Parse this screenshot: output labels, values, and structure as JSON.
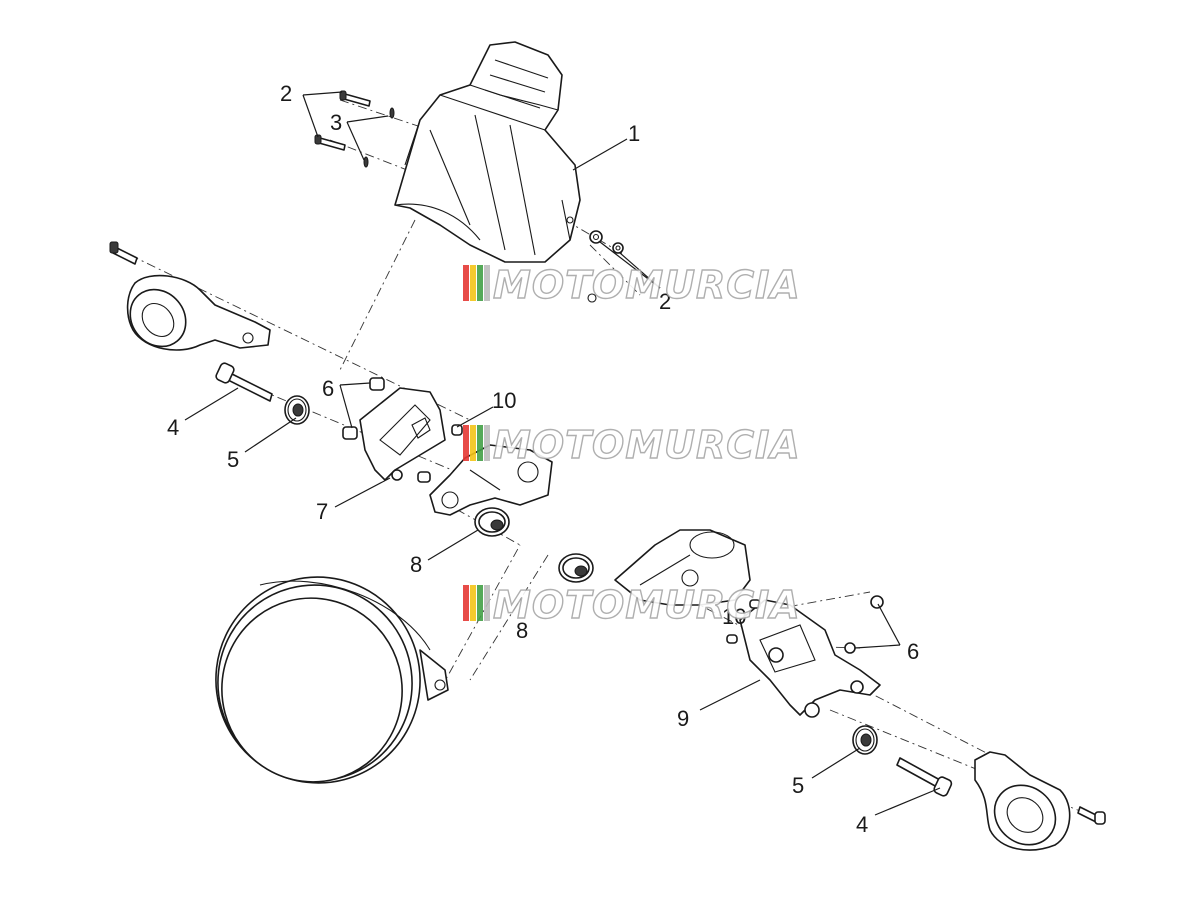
{
  "diagram": {
    "callouts": [
      "1",
      "2",
      "3",
      "2",
      "4",
      "5",
      "6",
      "10",
      "7",
      "8",
      "8",
      "10",
      "6",
      "9",
      "5",
      "4"
    ]
  },
  "watermark": {
    "text": "MOTOMURCIA",
    "stripe_colors": [
      "#e53935",
      "#f5c518",
      "#43a047",
      "#bdbdbd"
    ]
  }
}
